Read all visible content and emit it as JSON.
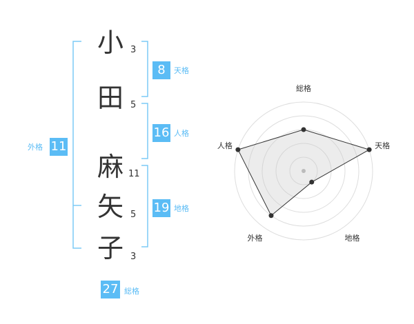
{
  "name": {
    "chars": [
      {
        "char": "小",
        "strokes": "3"
      },
      {
        "char": "田",
        "strokes": "5"
      },
      {
        "char": "麻",
        "strokes": "11"
      },
      {
        "char": "矢",
        "strokes": "5"
      },
      {
        "char": "子",
        "strokes": "3"
      }
    ]
  },
  "fortunes": {
    "tenkaku": {
      "value": "8",
      "label": "天格"
    },
    "jinkaku": {
      "value": "16",
      "label": "人格"
    },
    "chikaku": {
      "value": "19",
      "label": "地格"
    },
    "gaikaku": {
      "value": "11",
      "label": "外格"
    },
    "soukaku": {
      "value": "27",
      "label": "総格"
    }
  },
  "colors": {
    "accent": "#5bbcf5",
    "bracket": "#7ccaf5",
    "text": "#333333"
  },
  "chart_data": {
    "type": "radar",
    "axes": [
      "総格",
      "天格",
      "地格",
      "外格",
      "人格"
    ],
    "values": [
      3,
      5,
      1,
      4,
      5
    ],
    "max": 5
  }
}
